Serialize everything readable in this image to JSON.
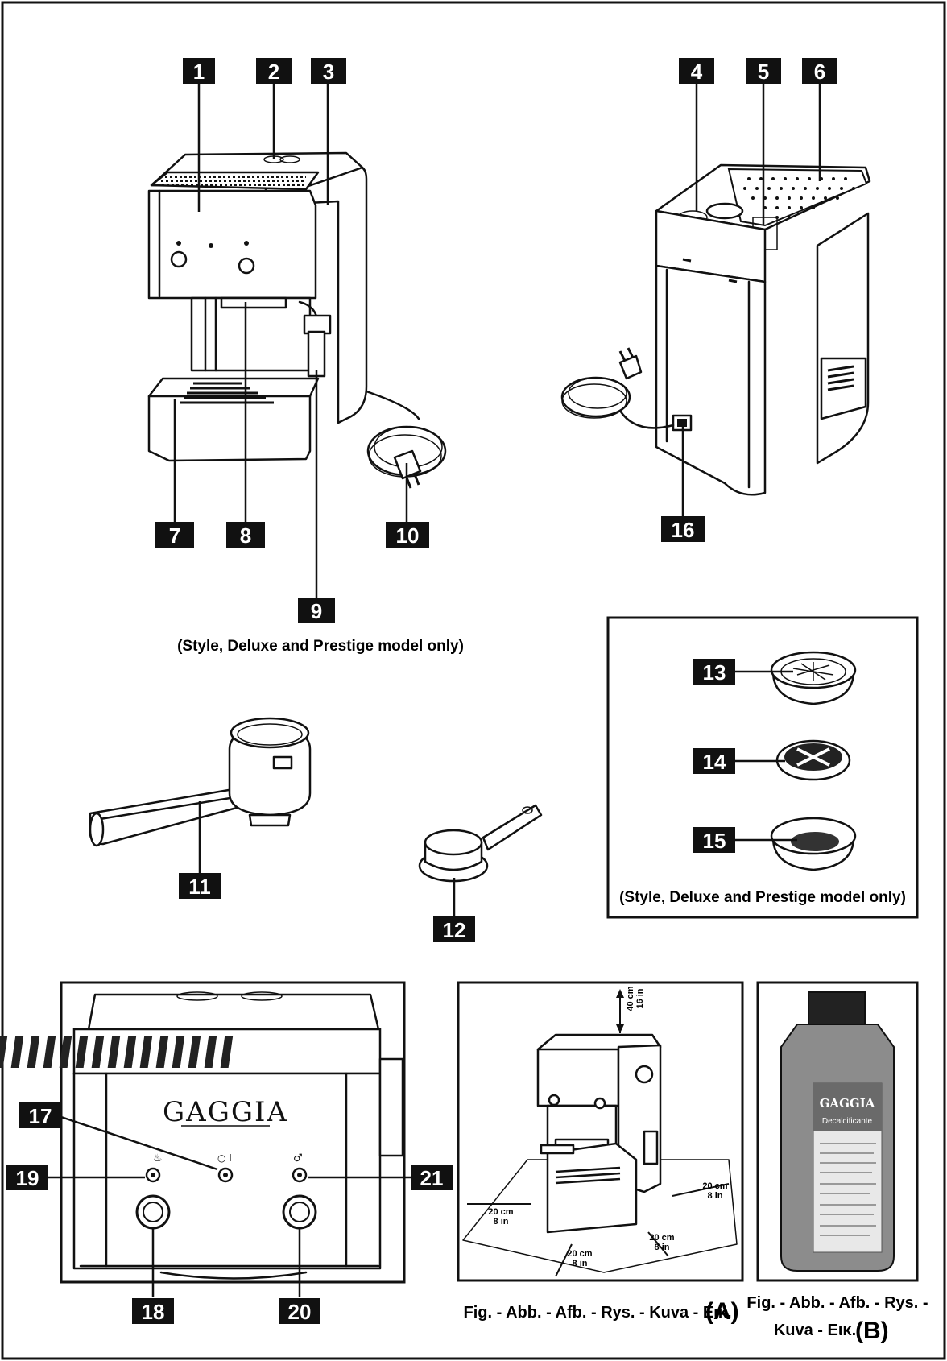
{
  "callouts": {
    "n1": "1",
    "n2": "2",
    "n3": "3",
    "n4": "4",
    "n5": "5",
    "n6": "6",
    "n7": "7",
    "n8": "8",
    "n9": "9",
    "n10": "10",
    "n11": "11",
    "n12": "12",
    "n13": "13",
    "n14": "14",
    "n15": "15",
    "n16": "16",
    "n17": "17",
    "n18": "18",
    "n19": "19",
    "n20": "20",
    "n21": "21"
  },
  "notes": {
    "model_only_main": "(Style, Deluxe and Prestige model only)",
    "model_only_filters": "(Style, Deluxe and Prestige model only)"
  },
  "panel_front": {
    "brand": "GAGGIA"
  },
  "fig_a": {
    "caption": "Fig. - Abb. - Afb. - Rys. - Kuva - Εικ.",
    "letter": "(A)",
    "top_cm": "40 cm",
    "top_in": "16 in",
    "left_cm": "20 cm",
    "left_in": "8 in",
    "right_cm": "20 cm",
    "right_in": "8 in",
    "front_cm": "20 cm",
    "front_in": "8 in",
    "back_cm": "20 cm",
    "back_in": "8 in"
  },
  "fig_b": {
    "caption_line1": "Fig. - Abb. - Afb. - Rys. -",
    "caption_line2": "Kuva - Εικ.",
    "letter": "(B)",
    "bottle_brand": "GAGGIA",
    "bottle_product": "Decalcificante"
  }
}
